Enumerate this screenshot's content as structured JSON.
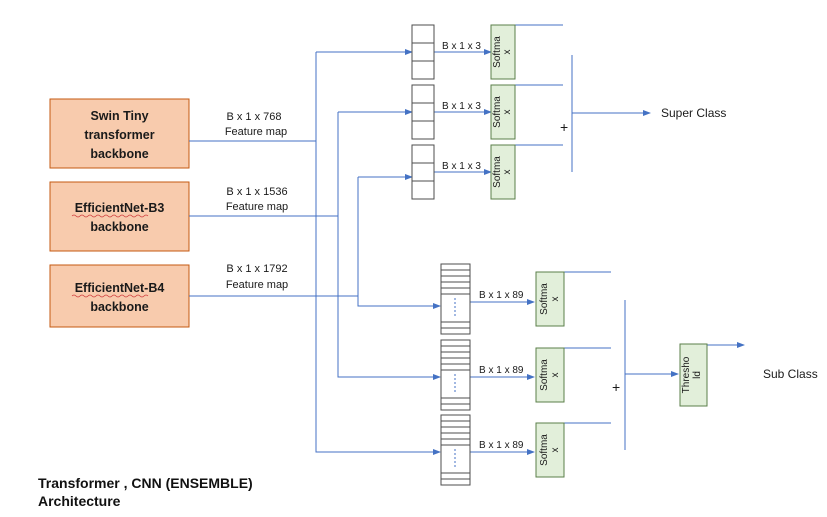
{
  "backbones": [
    {
      "lines": [
        "Swin Tiny",
        "transformer",
        "backbone"
      ],
      "feature": "B x 1 x 768",
      "feature_sub": "Feature map"
    },
    {
      "lines": [
        "EfficientNet-B3",
        "backbone"
      ],
      "feature": "B x 1 x 1536",
      "feature_sub": "Feature map"
    },
    {
      "lines": [
        "EfficientNet-B4",
        "backbone"
      ],
      "feature": "B x 1 x 1792",
      "feature_sub": "Feature map"
    }
  ],
  "super_branch": {
    "dim": "B x 1 x 3",
    "softmax": [
      "Softma",
      "x"
    ],
    "combine": "+",
    "output": "Super Class"
  },
  "sub_branch": {
    "dim": "B x 1 x 89",
    "softmax": [
      "Softma",
      "x"
    ],
    "combine": "+",
    "threshold": [
      "Thresho",
      "ld"
    ],
    "output": "Sub Class"
  },
  "caption": [
    "Transformer , CNN (ENSEMBLE)",
    "Architecture"
  ],
  "colors": {
    "backbone_fill": "#f8cbad",
    "backbone_stroke": "#c55a11",
    "softmax_fill": "#e2efda",
    "softmax_stroke": "#5b7f4a",
    "line": "#4472c4",
    "text": "#1a1a1a"
  },
  "icons": [
    "arrow-icon"
  ]
}
